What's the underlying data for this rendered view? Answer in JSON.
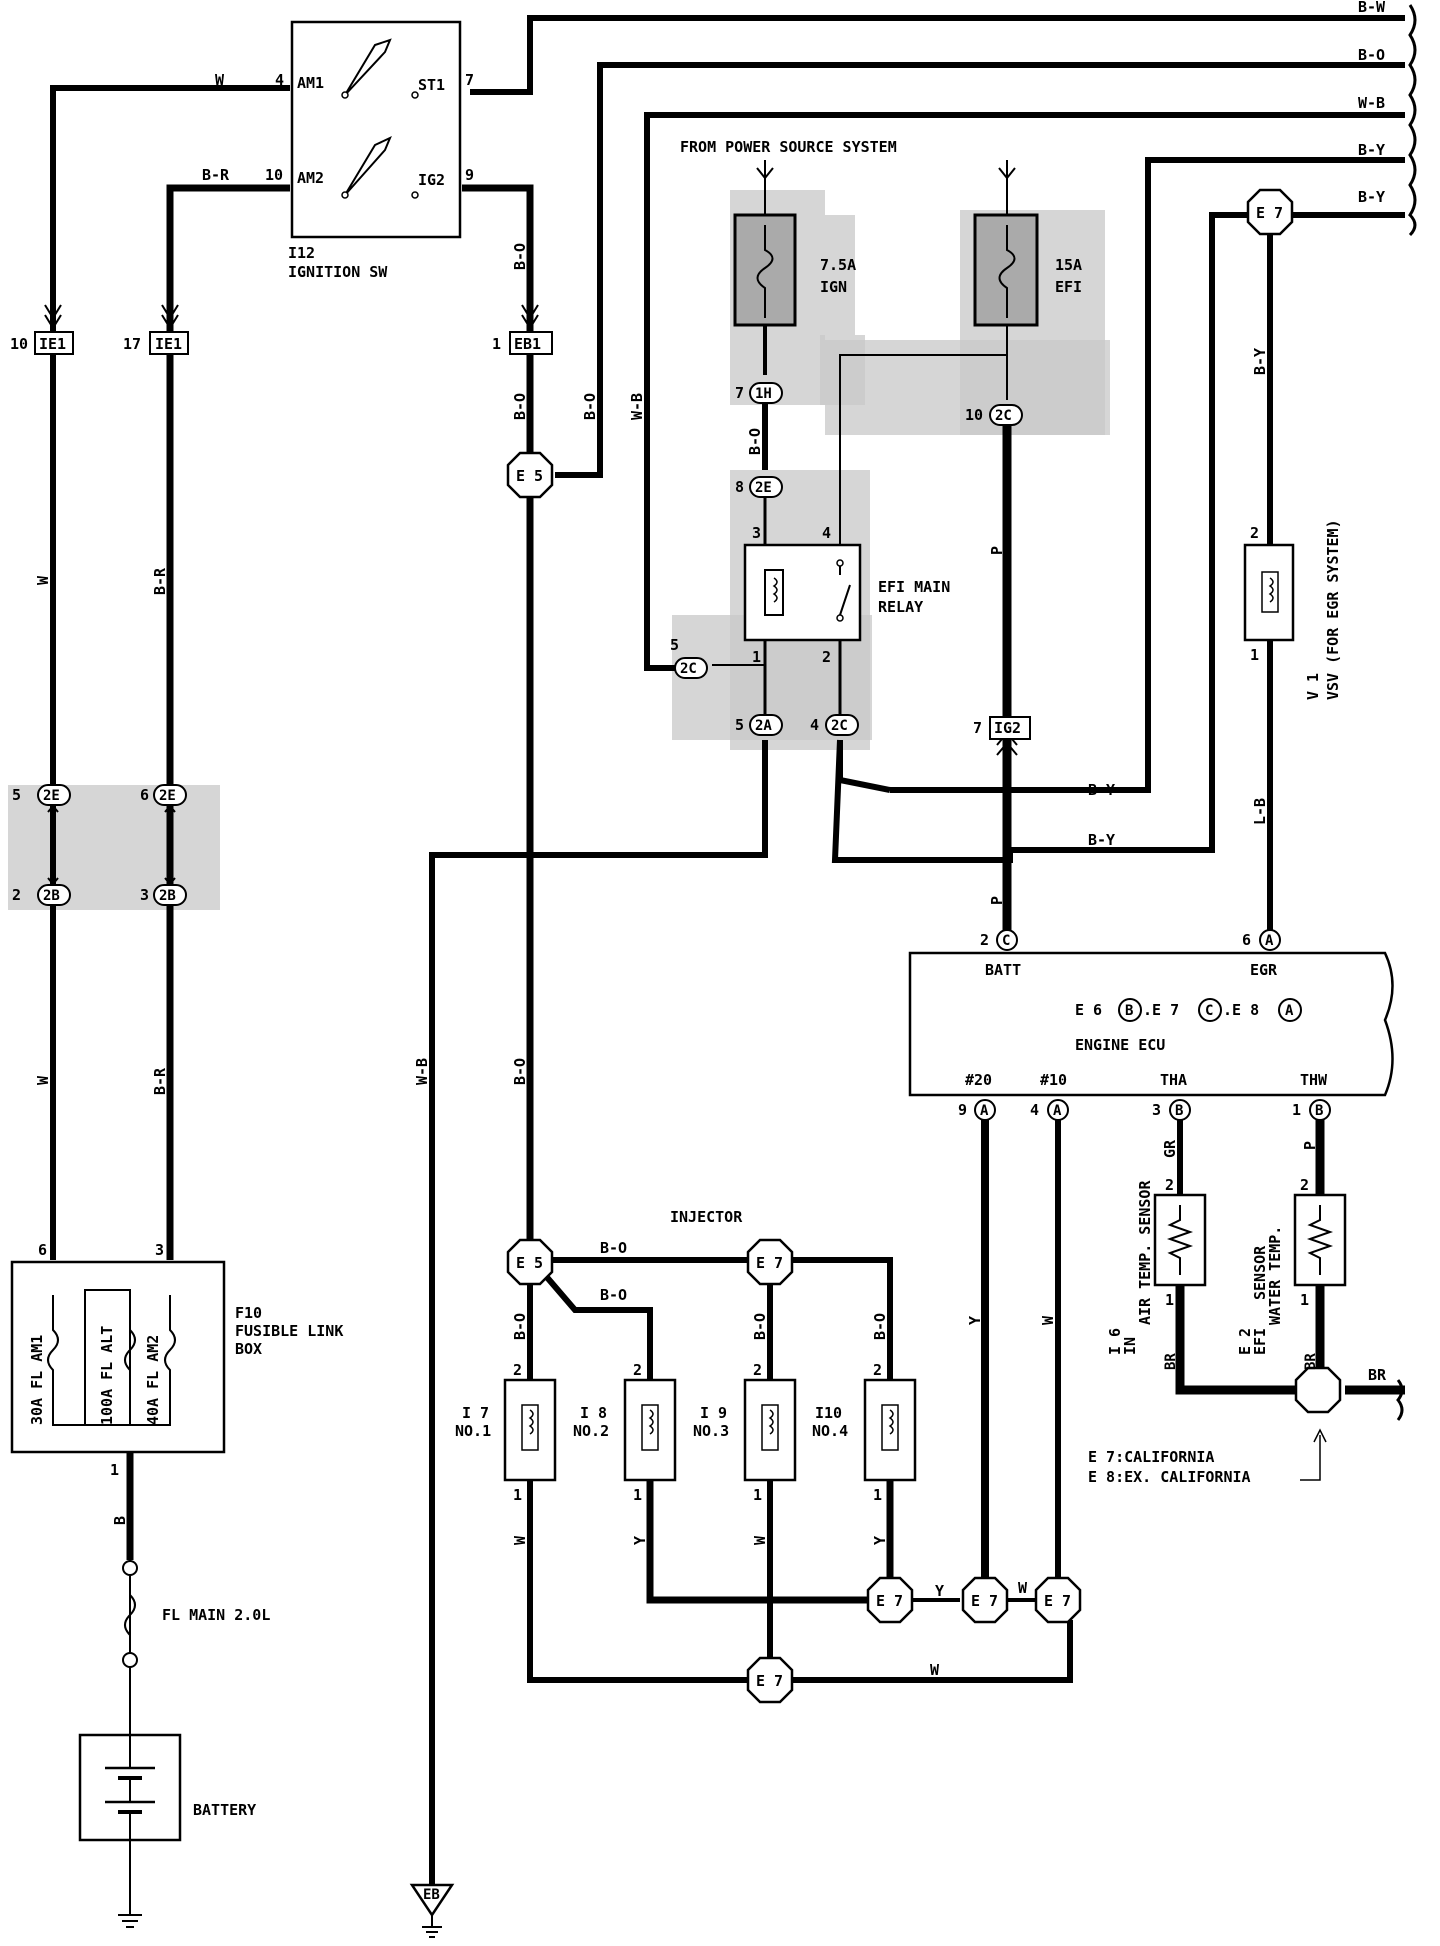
{
  "colors": {
    "shade": "#c8c8c8",
    "wire_gray": "#9a9a9a",
    "ink": "#000000",
    "paper": "#ffffff"
  },
  "header": {
    "power_source": "FROM POWER SOURCE SYSTEM",
    "wires_right": [
      "B-W",
      "B-O",
      "W-B",
      "B-Y",
      "B-Y"
    ]
  },
  "ignition": {
    "id": "I12",
    "name": "IGNITION SW",
    "am1": "AM1",
    "am2": "AM2",
    "st1": "ST1",
    "ig2": "IG2",
    "pin_am1": "4",
    "pin_am2": "10",
    "pin_st1": "7",
    "pin_ig2": "9",
    "wire_am1": "W",
    "wire_am2": "B-R"
  },
  "connectors": {
    "ie1_a": "IE1",
    "ie1_a_pin": "10",
    "ie1_b": "IE1",
    "ie1_b_pin": "17",
    "eb1": "EB1",
    "eb1_pin": "1",
    "c2e_a": "2E",
    "c2e_a_pin": "5",
    "c2e_b": "2E",
    "c2e_b_pin": "6",
    "c2b_a": "2B",
    "c2b_a_pin": "2",
    "c2b_b": "2B",
    "c2b_b_pin": "3",
    "c1h": "1H",
    "c1h_pin": "7",
    "c2e_relay": "2E",
    "c2e_relay_pin": "8",
    "c2c_top": "2C",
    "c2c_top_pin": "10",
    "c2c_left": "2C",
    "c2c_left_pin": "5",
    "c2a": "2A",
    "c2a_pin": "5",
    "c2c_right": "2C",
    "c2c_right_pin": "4",
    "ig2": "IG2",
    "ig2_pin": "7"
  },
  "fuses": {
    "ign": "7.5A",
    "ign_name": "IGN",
    "efi": "15A",
    "efi_name": "EFI",
    "fl_main": "FL MAIN 2.0L"
  },
  "relay": {
    "name": "EFI MAIN",
    "name2": "RELAY",
    "pins": [
      "3",
      "4",
      "1",
      "2"
    ]
  },
  "junctions": {
    "e5_top": "E 5",
    "e7_top": "E 7",
    "e5_inj": "E 5",
    "e7_inj": "E 7",
    "e7_a": "E 7",
    "e7_b": "E 7",
    "e7_c": "E 7",
    "e7_bottom": "E 7",
    "eb": "EB"
  },
  "wire_labels": {
    "w": "W",
    "br": "B-R",
    "bo": "B-O",
    "wb": "W-B",
    "p": "P",
    "by": "B-Y",
    "lb": "L-B",
    "y": "Y",
    "b": "B",
    "gr": "GR",
    "br2": "BR"
  },
  "vsv": {
    "id": "V 1",
    "name": "VSV (FOR EGR SYSTEM)",
    "pin_top": "2",
    "pin_bottom": "1"
  },
  "ecu": {
    "name": "ENGINE ECU",
    "codes": [
      "E 6",
      "B",
      ".E 7",
      "C",
      ".E 8",
      "A"
    ],
    "batt": "BATT",
    "egr": "EGR",
    "n20": "#20",
    "n10": "#10",
    "tha": "THA",
    "thw": "THW",
    "pin_batt": "2",
    "pin_batt_letter": "C",
    "pin_egr": "6",
    "pin_egr_letter": "A",
    "pin_20": "9",
    "pin_20_letter": "A",
    "pin_10": "4",
    "pin_10_letter": "A",
    "pin_tha": "3",
    "pin_tha_letter": "B",
    "pin_thw": "1",
    "pin_thw_letter": "B"
  },
  "fusible_box": {
    "id": "F10",
    "name": "FUSIBLE LINK",
    "name2": "BOX",
    "fl_am1": "30A FL AM1",
    "fl_alt": "100A FL ALT",
    "fl_am2": "40A FL AM2",
    "pin6": "6",
    "pin3": "3",
    "pin1": "1"
  },
  "injector": {
    "title": "INJECTOR",
    "items": [
      {
        "id": "I 7",
        "no": "NO.1"
      },
      {
        "id": "I 8",
        "no": "NO.2"
      },
      {
        "id": "I 9",
        "no": "NO.3"
      },
      {
        "id": "I10",
        "no": "NO.4"
      }
    ],
    "pin_top": "2",
    "pin_bottom": "1"
  },
  "sensors": {
    "air_id": "I 6",
    "air_name": "AIR TEMP. SENSOR",
    "air_sub": "IN",
    "water_id": "E 2",
    "water_name": "WATER TEMP.",
    "water_sub": "EFI",
    "water_sub2": "SENSOR",
    "pin2": "2",
    "pin1": "1"
  },
  "notes": {
    "e7": "E 7:CALIFORNIA",
    "e8": "E 8:EX. CALIFORNIA"
  },
  "battery": "BATTERY"
}
